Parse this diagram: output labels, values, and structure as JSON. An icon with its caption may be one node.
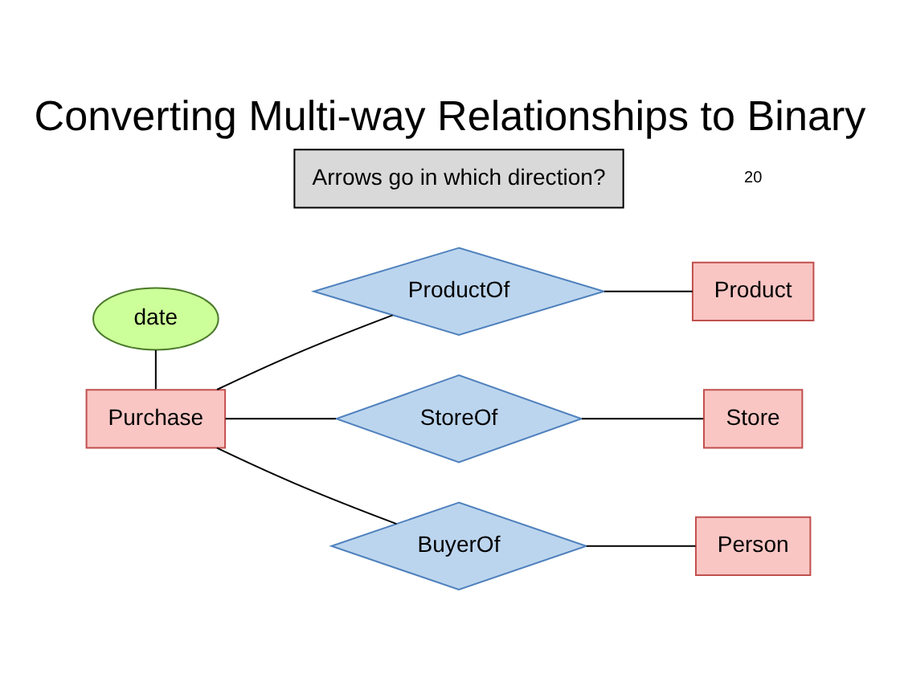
{
  "diagram": {
    "title": "Converting Multi-way Relationships to Binary",
    "nodes": [
      {
        "text": [
          "Purchase"
        ]
      },
      {
        "text": [
          "date"
        ]
      },
      {
        "text": [
          "ProductOf"
        ]
      },
      {
        "text": [
          "StoreOf"
        ]
      },
      {
        "text": [
          "BuyerOf"
        ]
      },
      {
        "text": [
          "Product"
        ]
      },
      {
        "text": [
          "Store"
        ]
      },
      {
        "text": [
          "Person"
        ]
      },
      {
        "text": [
          "Arrows go in which direction?"
        ]
      }
    ],
    "edges": [
      {
        "from": 1,
        "to": 0,
        "arrow": "none"
      },
      {
        "from": 0,
        "to": 2,
        "arrow": "none"
      },
      {
        "from": 0,
        "to": 3,
        "arrow": "none"
      },
      {
        "from": 0,
        "to": 4,
        "arrow": "none"
      },
      {
        "from": 2,
        "to": 5,
        "arrow": "none"
      },
      {
        "from": 3,
        "to": 6,
        "arrow": "none"
      },
      {
        "from": 4,
        "to": 7,
        "arrow": "none"
      }
    ],
    "labels": [
      "20"
    ]
  }
}
